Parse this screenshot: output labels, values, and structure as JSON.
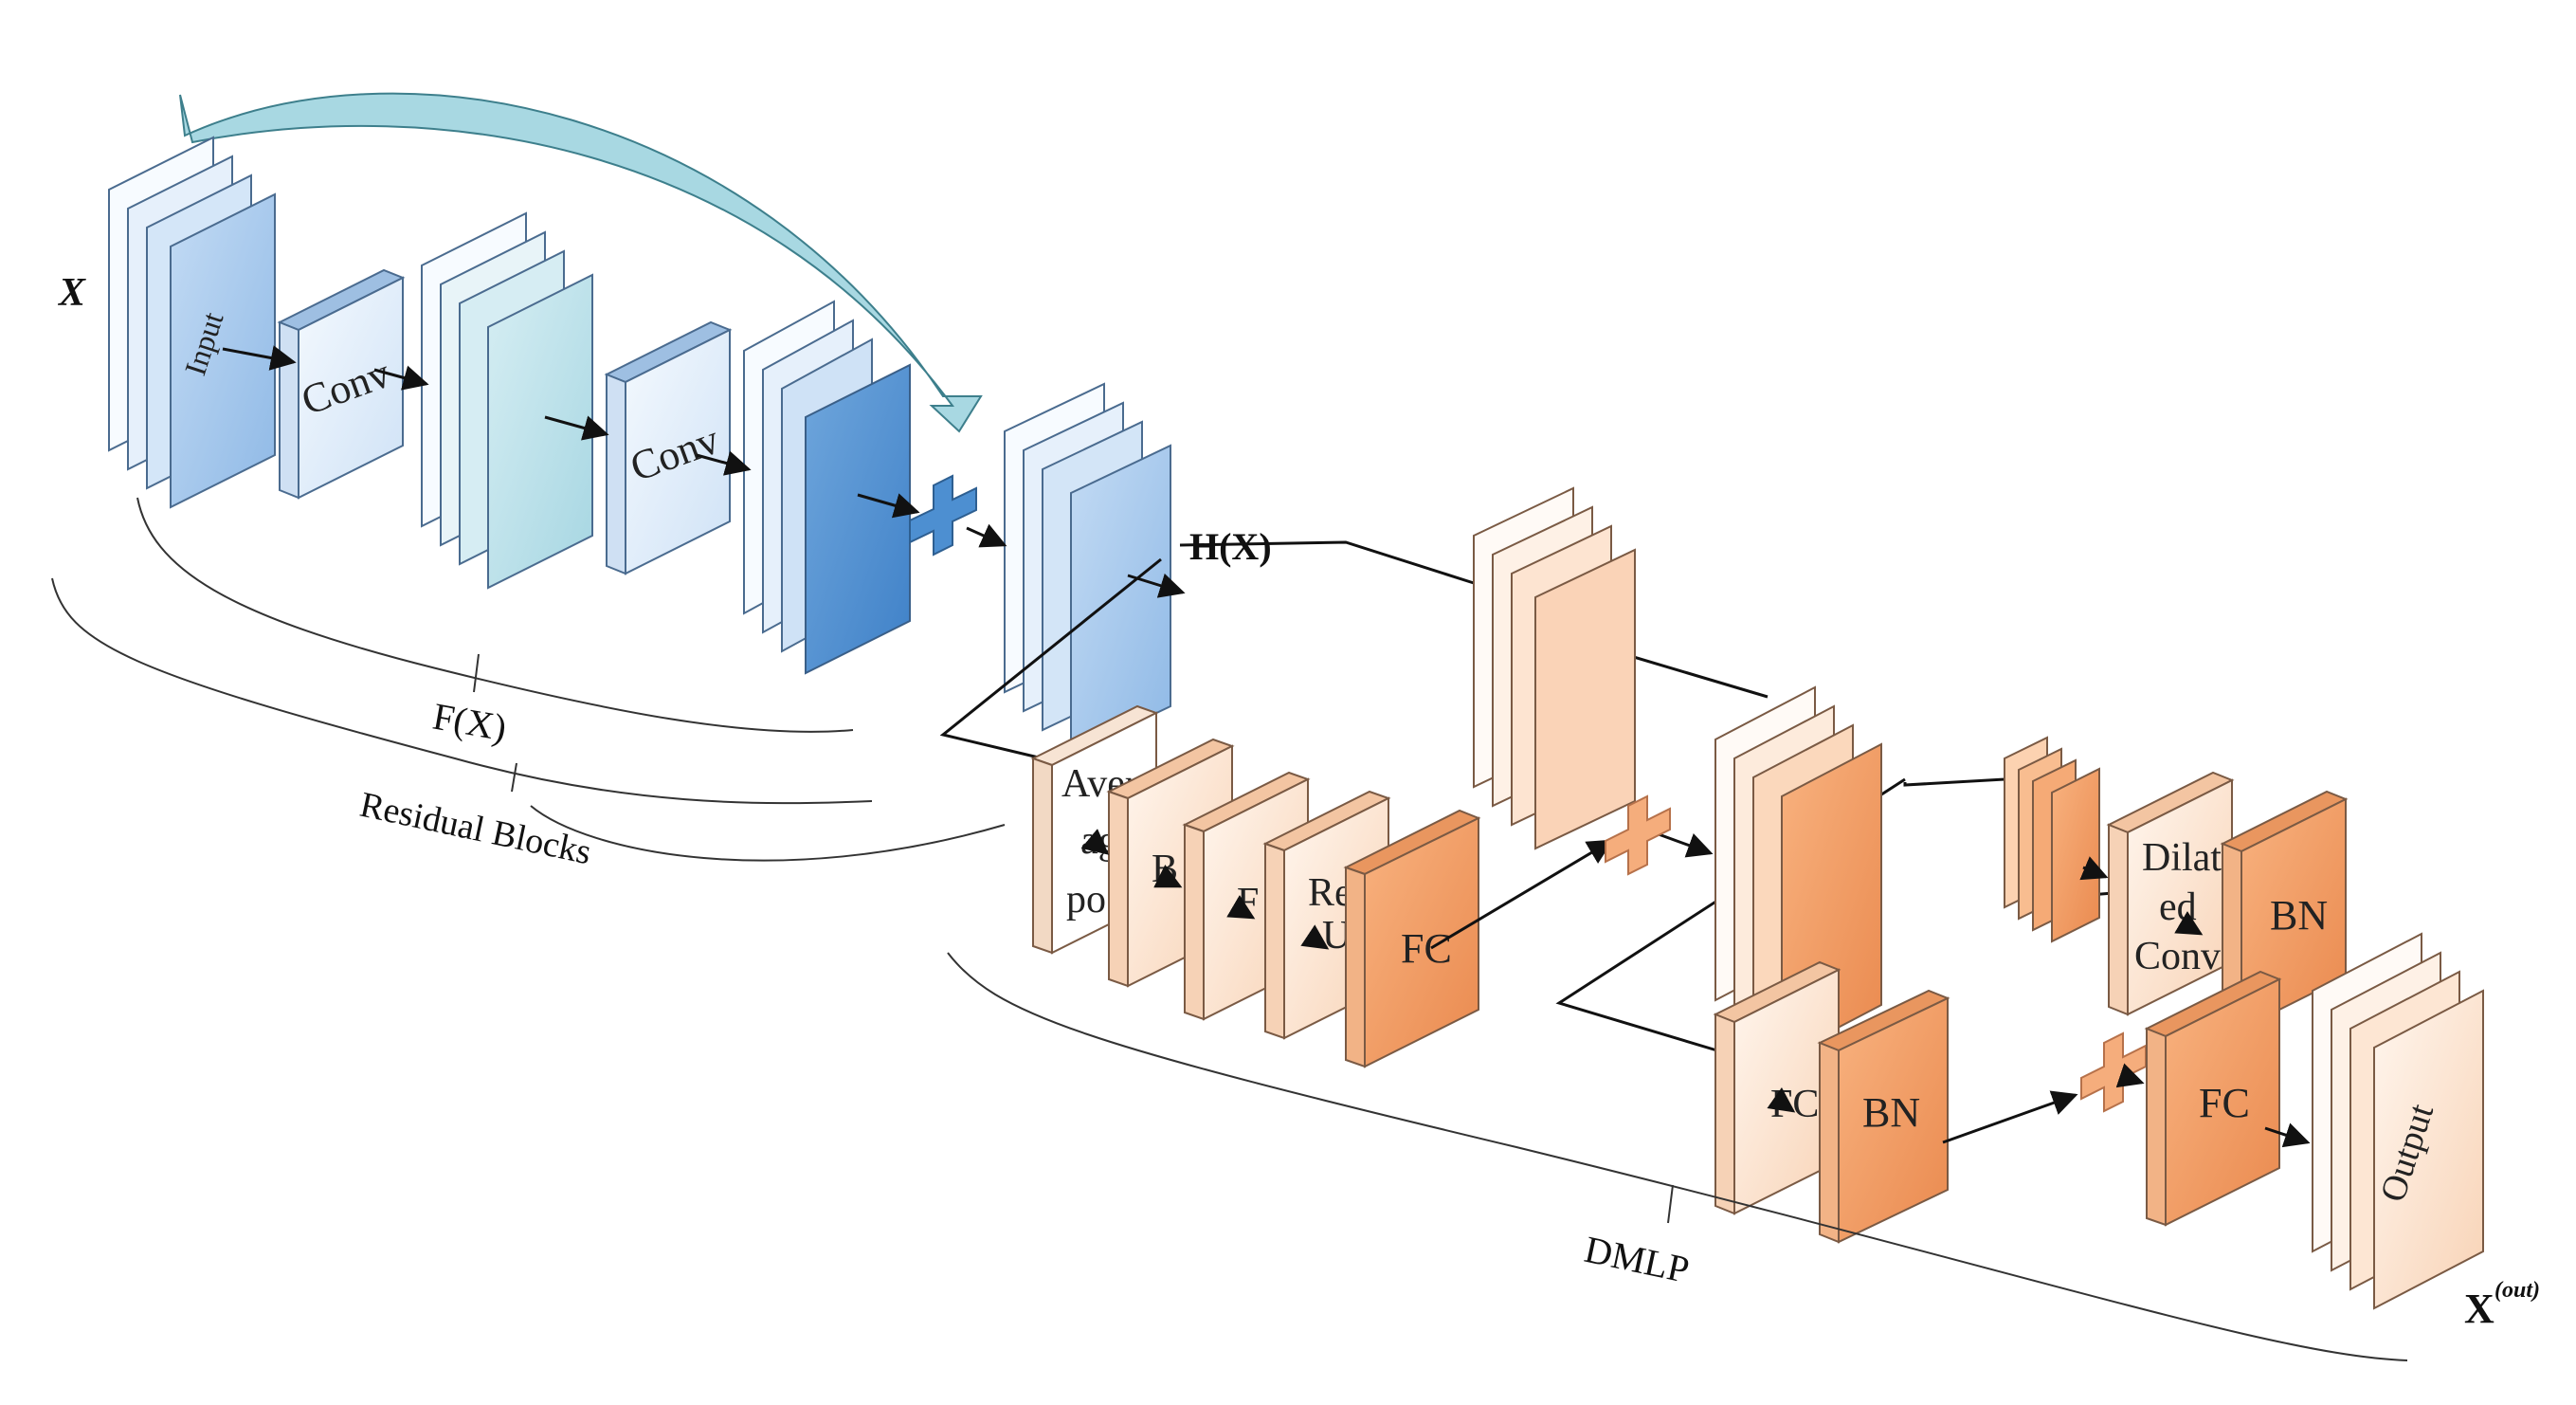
{
  "labels": {
    "x": "X",
    "fx": "F(X)",
    "residual_blocks": "Residual Blocks",
    "hx": "H(X)",
    "dmlp": "DMLP",
    "xout_base": "X",
    "xout_sup": "(out)"
  },
  "blocks": {
    "input": "Input",
    "conv1": "Conv",
    "conv2": "Conv",
    "avgpool_l1": "Aver",
    "avgpool_l2": "ag",
    "avgpool_l3": "po",
    "bn1": "B",
    "fc1": "F",
    "relu_l1": "Rel",
    "relu_l2": "U",
    "fc2": "FC",
    "dilated_l1": "Dilat",
    "dilated_l2": "ed",
    "dilated_l3": "Conv",
    "bn2": "BN",
    "fc3": "FC",
    "bn3": "BN",
    "fc4": "FC",
    "output": "Output"
  },
  "colors": {
    "blue_light": "#e8f1fb",
    "blue_mid": "#a9cbee",
    "blue_dark": "#5b9bd5",
    "teal": "#bfe3ec",
    "skip_arrow": "#9fd3dd",
    "orange_light": "#fde6d4",
    "orange_mid": "#f9c49d",
    "orange_dark": "#f4a16b"
  }
}
